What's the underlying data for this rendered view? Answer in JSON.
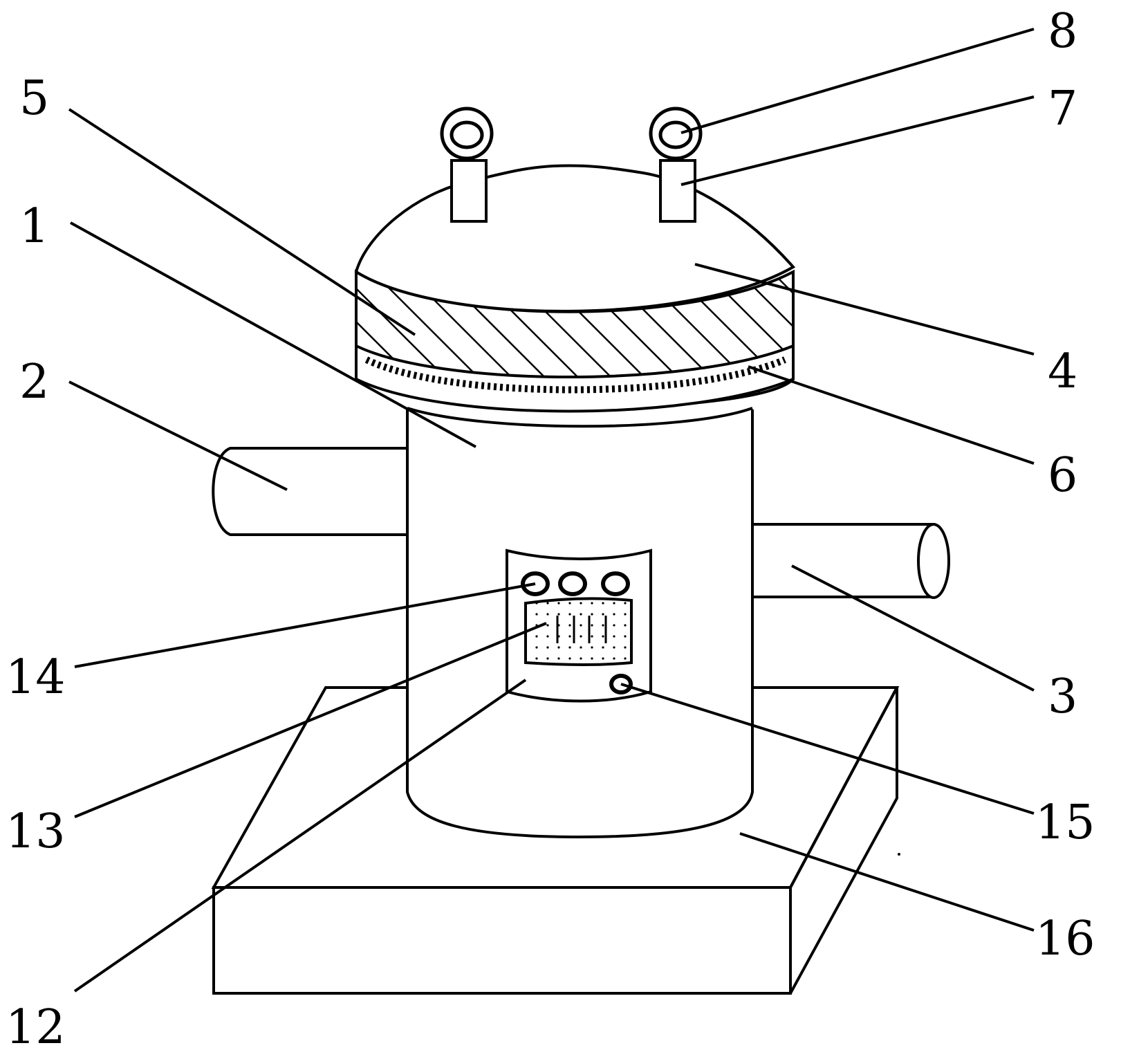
{
  "labels": {
    "l1": "1",
    "l2": "2",
    "l3": "3",
    "l4": "4",
    "l5": "5",
    "l6": "6",
    "l7": "7",
    "l8": "8",
    "l12": "12",
    "l13": "13",
    "l14": "14",
    "l15": "15",
    "l16": "16"
  }
}
